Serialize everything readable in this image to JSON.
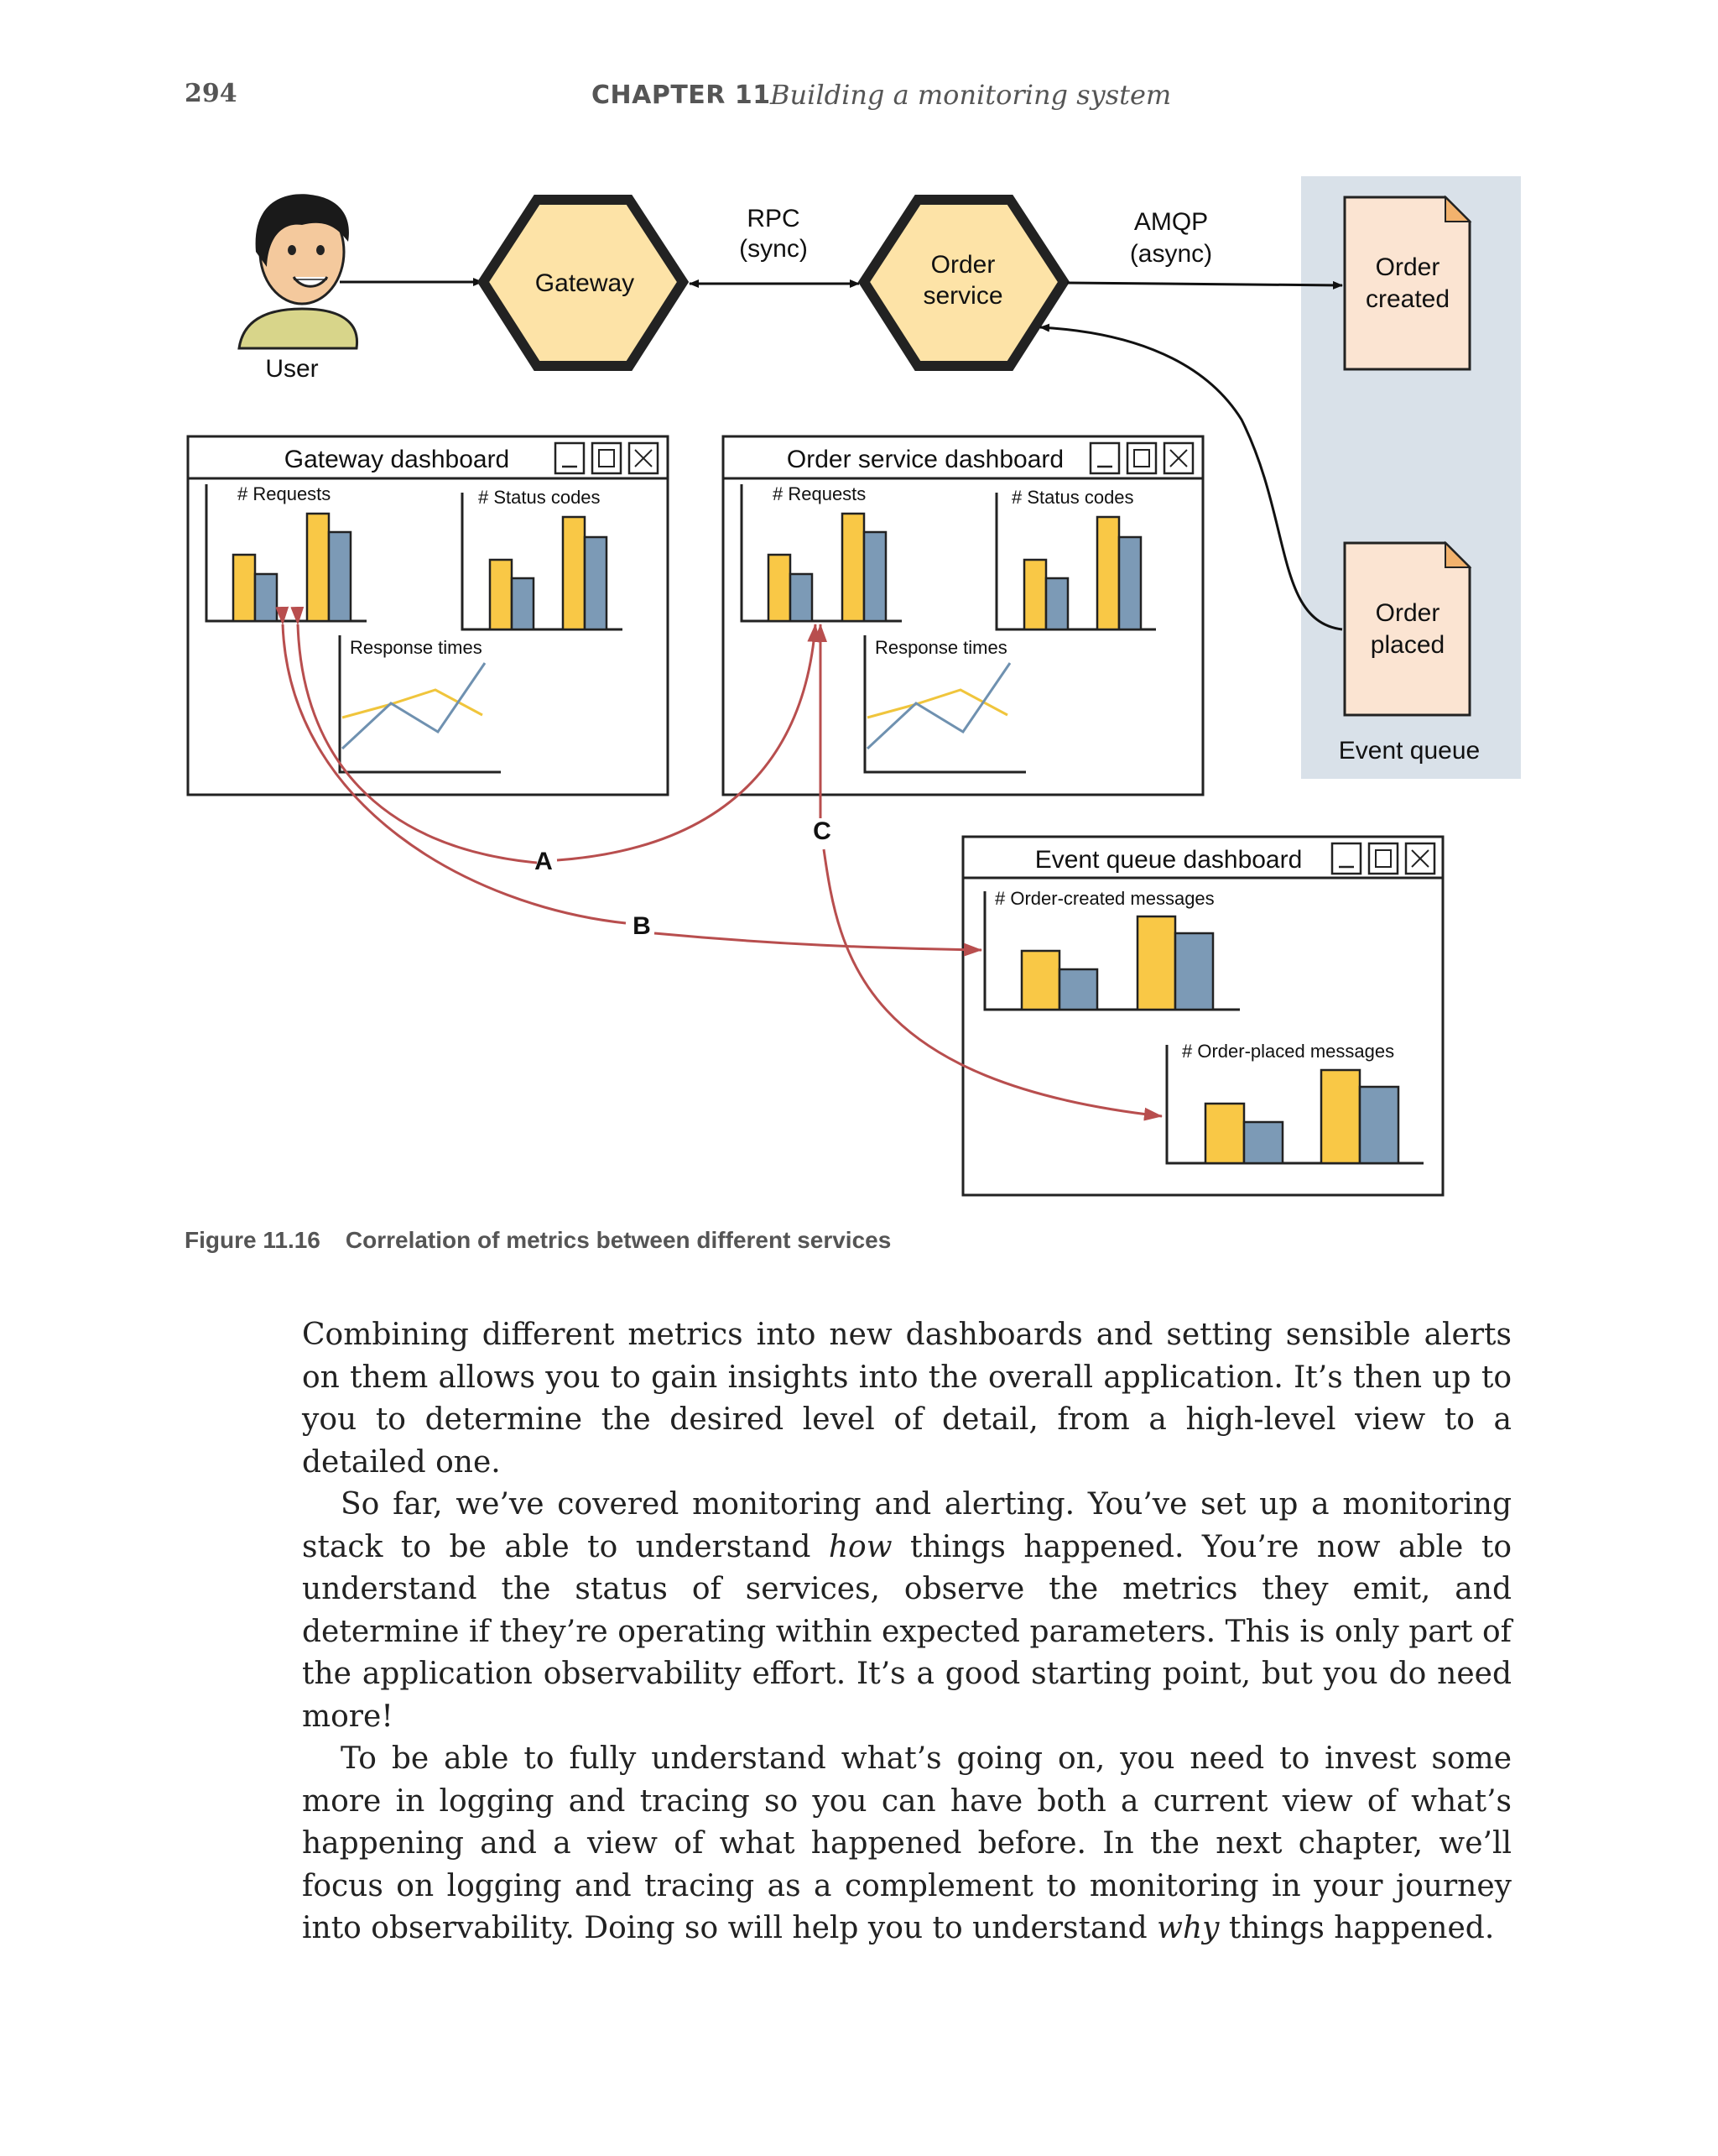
{
  "header": {
    "page_number": "294",
    "chapter": "CHAPTER 11",
    "chapter_title": "Building a monitoring system"
  },
  "diagram": {
    "user_label": "User",
    "gateway_label": "Gateway",
    "rpc_label_1": "RPC",
    "rpc_label_2": "(sync)",
    "order_service_line1": "Order",
    "order_service_line2": "service",
    "amqp_label_1": "AMQP",
    "amqp_label_2": "(async)",
    "order_created_line1": "Order",
    "order_created_line2": "created",
    "order_placed_line1": "Order",
    "order_placed_line2": "placed",
    "event_queue_label": "Event queue",
    "gateway_dashboard": {
      "title": "Gateway dashboard",
      "requests": "# Requests",
      "status_codes": "# Status codes",
      "response_times": "Response times"
    },
    "order_dashboard": {
      "title": "Order service dashboard",
      "requests": "# Requests",
      "status_codes": "# Status codes",
      "response_times": "Response times"
    },
    "event_dashboard": {
      "title": "Event queue dashboard",
      "created_messages": "# Order-created messages",
      "placed_messages": "# Order-placed messages"
    },
    "label_a": "A",
    "label_b": "B",
    "label_c": "C",
    "colors": {
      "hexagon_fill": "#fde3a7",
      "document_fill": "#fbe4d2",
      "queue_bg": "#d9e1e9",
      "bar_yellow": "#f9c846",
      "bar_blue": "#7c9ab6",
      "arrow_red": "#b84e4e"
    }
  },
  "caption": {
    "label": "Figure 11.16",
    "text": "Correlation of metrics between different services"
  },
  "body": {
    "p1": "Combining different metrics into new dashboards and setting sensible alerts on them allows you to gain insights into the overall application. It’s then up to you to determine the desired level of detail, from a high-level view to a detailed one.",
    "p2_a": "So far, we’ve covered monitoring and alerting. You’ve set up a monitoring stack to be able to understand ",
    "p2_em": "how",
    "p2_b": " things happened. You’re now able to understand the status of services, observe the metrics they emit, and determine if they’re operating within expected parameters. This is only part of the application observability effort. It’s a good starting point, but you do need more!",
    "p3_a": "To be able to fully understand what’s going on, you need to invest some more in logging and tracing so you can have both a current view of what’s happening and a view of what happened before. In the next chapter, we’ll focus on logging and tracing as a complement to monitoring in your journey into observability. Doing so will help you to understand ",
    "p3_em": "why",
    "p3_b": " things happened."
  }
}
